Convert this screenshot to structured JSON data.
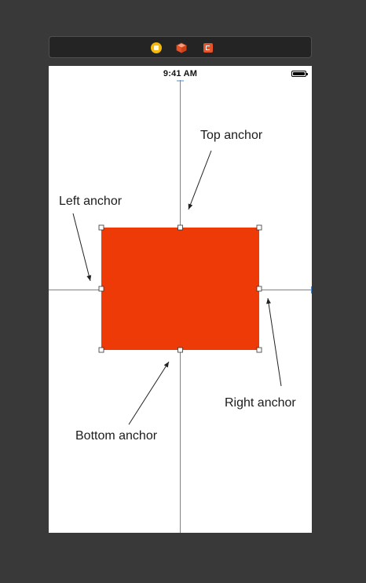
{
  "scene_dock": {
    "icons": [
      "view-controller-icon",
      "first-responder-icon",
      "exit-icon"
    ],
    "colors": {
      "view_controller": "#f5b90c",
      "first_responder": "#e4532a",
      "exit": "#e4532a"
    }
  },
  "status_bar": {
    "time": "9:41 AM",
    "battery_level": 1.0
  },
  "canvas": {
    "red_view_color": "#ee3a06",
    "constraint_line_color": "#4a8fd6"
  },
  "annotations": {
    "top": "Top anchor",
    "left": "Left anchor",
    "right": "Right anchor",
    "bottom": "Bottom anchor"
  }
}
